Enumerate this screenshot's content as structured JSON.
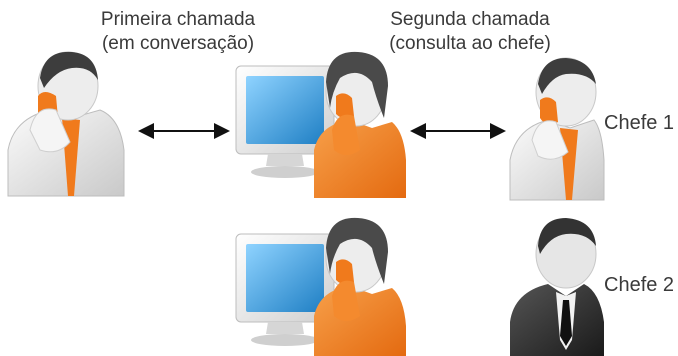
{
  "diagram": {
    "first_call_title": "Primeira chamada",
    "first_call_sub": "(em conversação)",
    "second_call_title": "Segunda chamada",
    "second_call_sub": "(consulta ao chefe)",
    "boss1_label": "Chefe 1",
    "boss2_label": "Chefe 2"
  },
  "colors": {
    "agent_orange": "#f07a1c",
    "monitor_screen": "#3ba3e0",
    "person_grey": "#e8e8e8",
    "boss_suit": "#2a2a2a"
  },
  "icons": [
    "caller-icon",
    "agent-workstation-icon",
    "agent-workstation-icon",
    "boss-on-phone-icon",
    "boss-in-suit-icon"
  ]
}
